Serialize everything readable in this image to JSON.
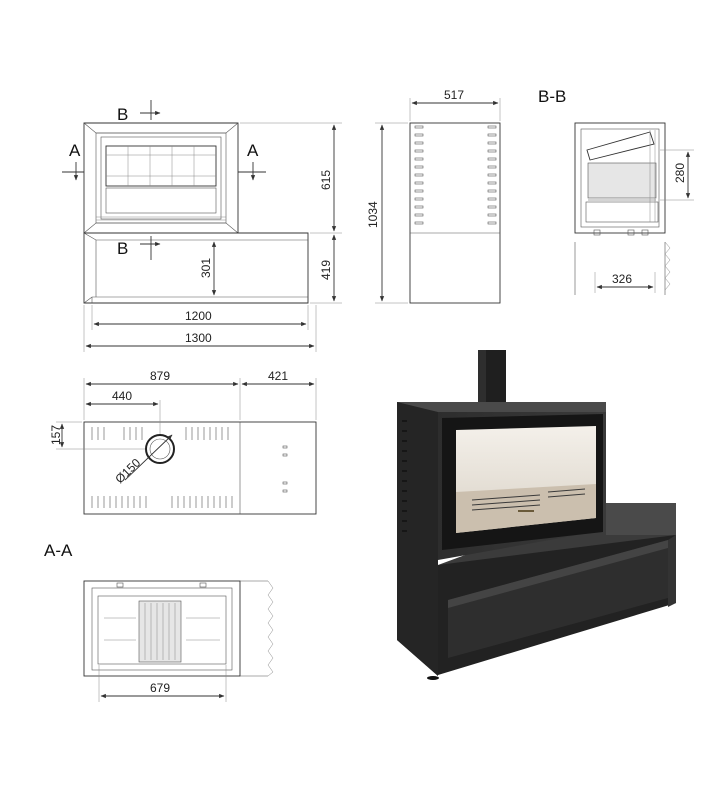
{
  "drawing": {
    "section_labels": {
      "a_left": "A",
      "a_right": "A",
      "b_top": "B",
      "b_bottom": "B",
      "bb_title": "B-B",
      "aa_title": "A-A"
    },
    "dimensions": {
      "front_height": "615",
      "base_height": "419",
      "inner_height": "301",
      "width_inner": "1200",
      "width_total": "1300",
      "side_depth": "517",
      "side_height": "1034",
      "bb_height": "280",
      "bb_depth": "326",
      "top_width": "879",
      "top_side": "421",
      "top_offset": "440",
      "top_depth": "157",
      "flue_diameter": "Ø150",
      "aa_width": "679"
    }
  },
  "colors": {
    "line": "#333333",
    "stove_body": "#2b2b2b",
    "stove_dark": "#1a1a1a",
    "firebox_wall": "#ede7dc"
  }
}
